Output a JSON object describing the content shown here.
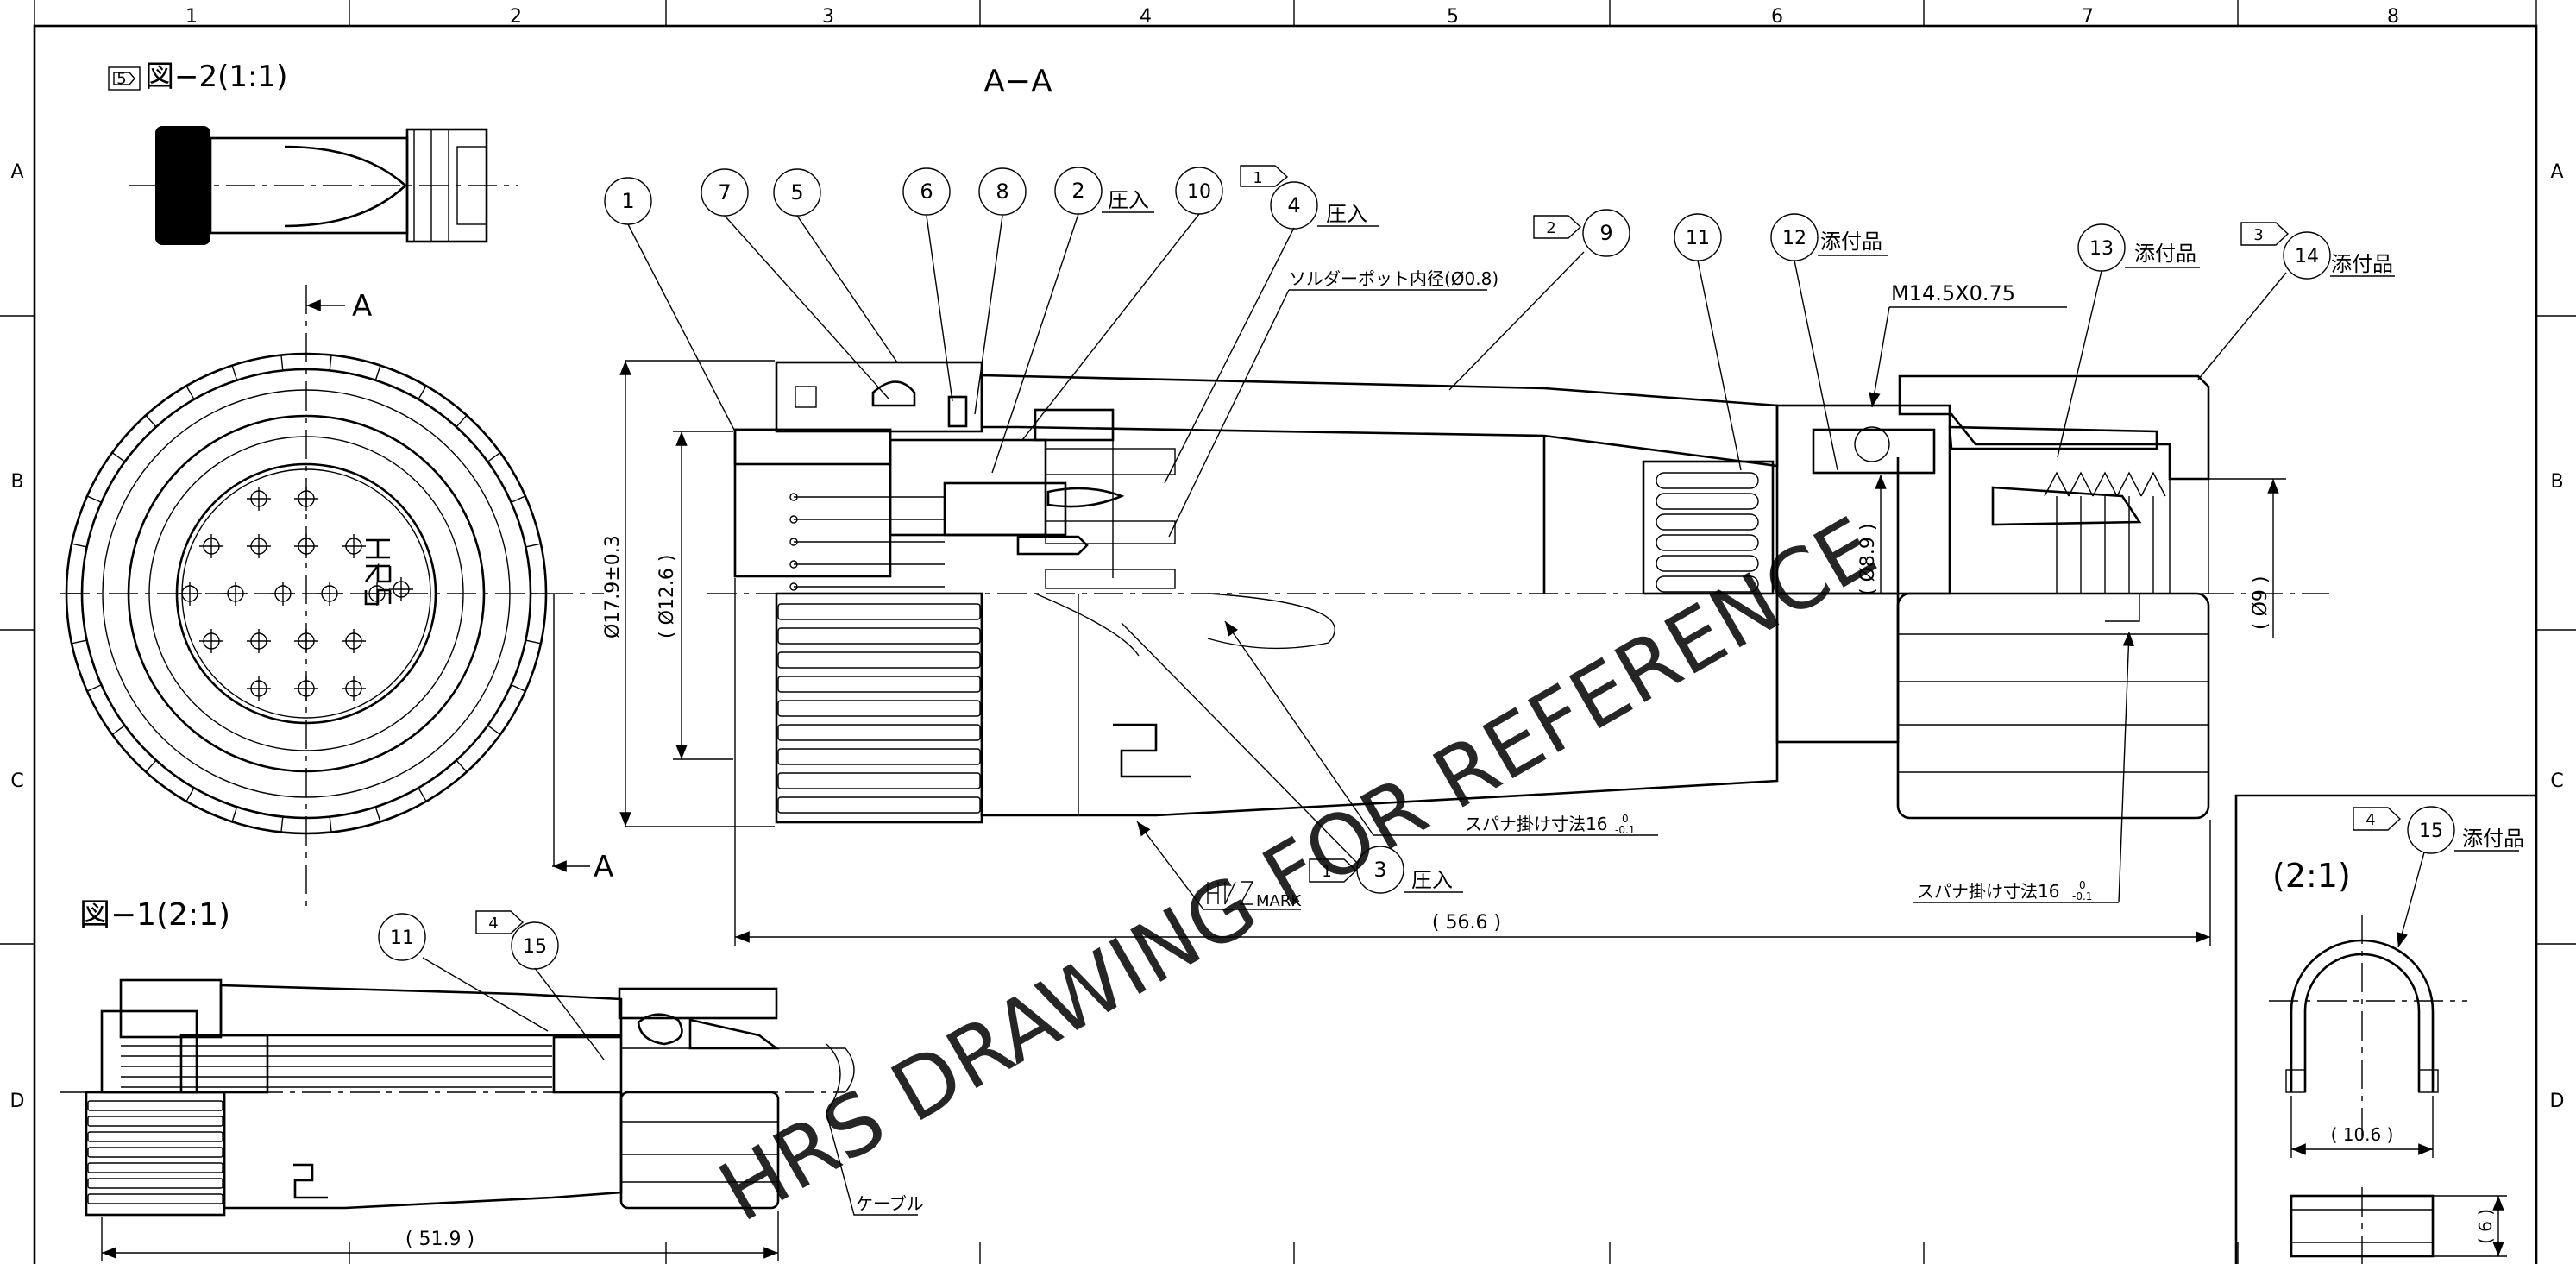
{
  "sheet": {
    "columns": [
      "1",
      "2",
      "3",
      "4",
      "5",
      "6",
      "7",
      "8"
    ],
    "rows": [
      "A",
      "B",
      "C",
      "D"
    ]
  },
  "views": {
    "fig2_title": "図−2(1:1)",
    "fig2_flag": "5",
    "section_title": "A−A",
    "section_marker": "A",
    "fig1_title": "図−1(2:1)",
    "detail_scale": "(2:1)"
  },
  "balloons": [
    {
      "num": "1"
    },
    {
      "num": "7"
    },
    {
      "num": "5"
    },
    {
      "num": "6"
    },
    {
      "num": "8"
    },
    {
      "num": "2",
      "note": "圧入"
    },
    {
      "num": "10"
    },
    {
      "num": "4",
      "note": "圧入",
      "flag": "1"
    },
    {
      "num": "9",
      "flag": "2"
    },
    {
      "num": "11"
    },
    {
      "num": "12",
      "note": "添付品"
    },
    {
      "num": "13",
      "note": "添付品"
    },
    {
      "num": "14",
      "note": "添付品",
      "flag": "3"
    },
    {
      "num": "3",
      "note": "圧入",
      "flag": "1"
    },
    {
      "num": "11"
    },
    {
      "num": "15",
      "flag": "4"
    },
    {
      "num": "15",
      "note": "添付品",
      "flag": "4"
    }
  ],
  "callouts": {
    "solder_pot": "ソルダーポット内径(Ø0.8)",
    "thread": "M14.5X0.75",
    "spanner1": "スパナ掛け寸法16",
    "spanner1_tol_top": "0",
    "spanner1_tol_bot": "-0.1",
    "spanner2": "スパナ掛け寸法16",
    "spanner2_tol_top": "0",
    "spanner2_tol_bot": "-0.1",
    "mark": "MARK",
    "cable": "ケーブル"
  },
  "dimensions": {
    "d1": "Ø17.9±0.3",
    "d2": "( Ø12.6 )",
    "d3": "( Ø8.9 )",
    "d4": "( Ø9 )",
    "len_section": "( 56.6 )",
    "len_fig1": "( 51.9 )",
    "detail_w": "( 10.6 )",
    "detail_h": "( 6 )"
  },
  "watermark": "HRS DRAWING FOR REFERENCE"
}
